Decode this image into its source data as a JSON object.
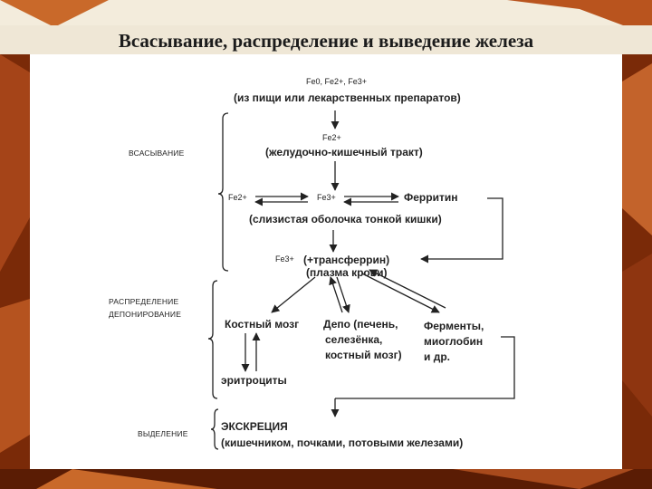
{
  "title": "Всасывание, распределение и выведение железа",
  "stages": {
    "absorption": "ВСАСЫВАНИЕ",
    "distribution_1": "РАСПРЕДЕЛЕНИЕ",
    "distribution_2": "ДЕПОНИРОВАНИЕ",
    "excretion": "ВЫДЕЛЕНИЕ"
  },
  "nodes": {
    "food_fe": "Fe0, Fe2+, Fe3+",
    "food_src": "(из пищи или лекарственных препаратов)",
    "gi_fe": "Fe2+",
    "gi_tract": "(желудочно-кишечный тракт)",
    "mucosa_fe2": "Fe2+",
    "mucosa_fe3": "Fe3+",
    "ferritin": "Ферритин",
    "mucosa": "(слизистая оболочка тонкой кишки)",
    "plasma_fe": "Fe3+",
    "transferrin": "(+трансферрин)",
    "plasma": "(плазма крови)",
    "bone_marrow": "Костный мозг",
    "depot_1": "Депо (печень,",
    "depot_2": "селезёнка,",
    "depot_3": "костный мозг)",
    "enzymes_1": "Ферменты,",
    "enzymes_2": "миоглобин",
    "enzymes_3": "и др.",
    "erythrocytes": "эритроциты",
    "excretion": "ЭКСКРЕЦИЯ",
    "excretion_routes": "(кишечником, почками, потовыми железами)"
  },
  "colors": {
    "background": "#7a2a08",
    "panel": "#ffffff",
    "ink": "#222222"
  }
}
